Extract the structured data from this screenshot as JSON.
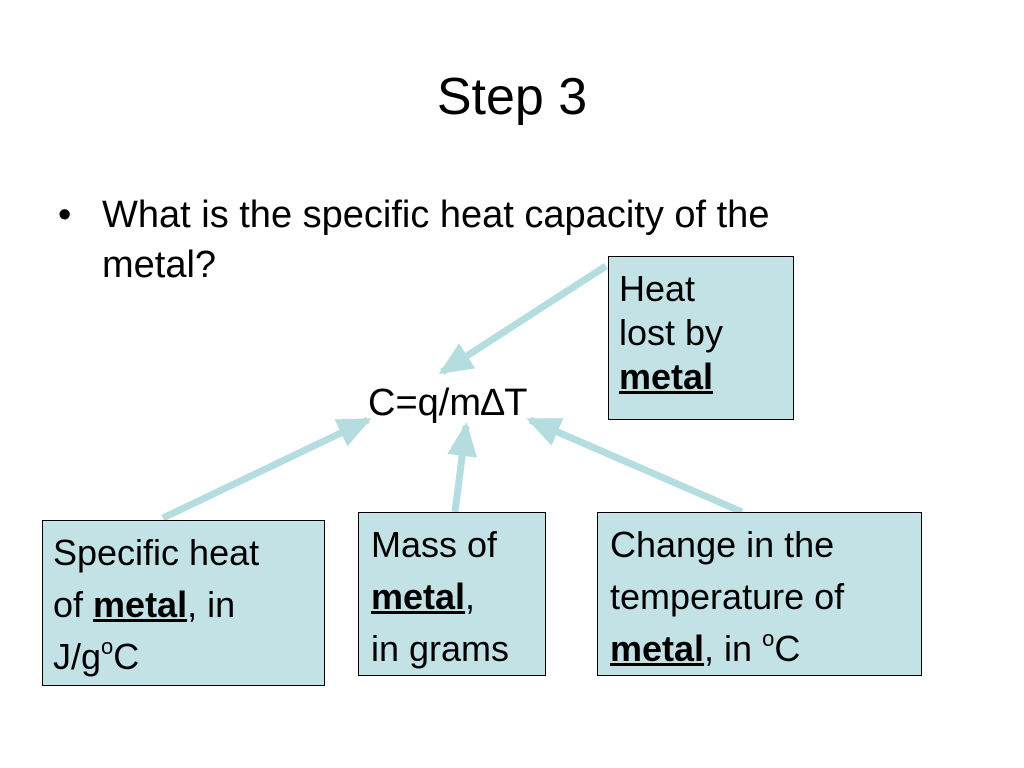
{
  "slide": {
    "title": "Step 3",
    "bullet": {
      "symbol": "•",
      "line1": "What is the specific heat capacity of the",
      "line2": "metal?"
    },
    "formula": {
      "left": "C=q/m",
      "delta": "∆",
      "right": "T"
    }
  },
  "boxes": {
    "heat_lost": {
      "line1": "Heat",
      "line2": "lost by",
      "line3": "metal"
    },
    "specific_heat": {
      "line1": "Specific heat",
      "line2_pre": "of ",
      "line2_bold": "metal",
      "line2_post": ", in",
      "line3_pre": "J/g",
      "line3_sup": "o",
      "line3_post": "C"
    },
    "mass": {
      "line1": "Mass of",
      "line2_bold": "metal",
      "line2_post": ",",
      "line3": "in grams"
    },
    "temp_change": {
      "line1": "Change in the",
      "line2": "temperature of",
      "line3_bold": "metal",
      "line3_mid": ", in ",
      "line3_sup": "o",
      "line3_post": "C"
    }
  },
  "colors": {
    "box_fill": "#c2e2e5",
    "arrow": "#b5dde0",
    "text": "#000000"
  }
}
